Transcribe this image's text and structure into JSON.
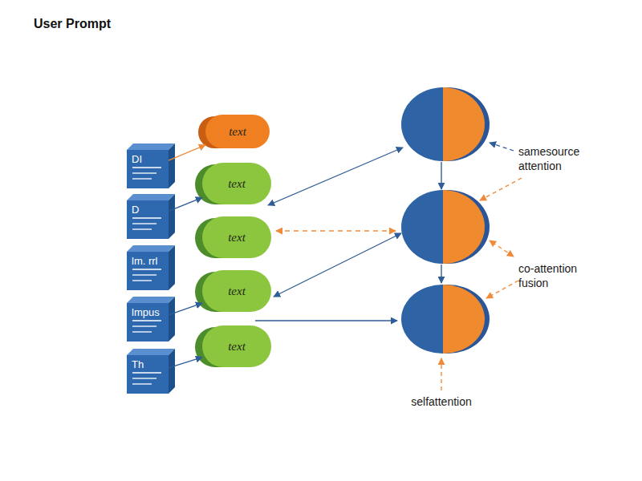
{
  "diagram": {
    "title": "User Prompt",
    "nodes": [
      {
        "text": [
          "DI"
        ]
      },
      {
        "text": [
          "D"
        ]
      },
      {
        "text": [
          "lm. rrl"
        ]
      },
      {
        "text": [
          "lmpus"
        ]
      },
      {
        "text": [
          "Th"
        ]
      },
      {
        "text": [
          "text"
        ]
      },
      {
        "text": [
          "text"
        ]
      },
      {
        "text": [
          "text"
        ]
      },
      {
        "text": [
          "text"
        ]
      },
      {
        "text": [
          "text"
        ]
      }
    ],
    "edges": [
      {
        "from": 0,
        "to": 5,
        "arrow": "to"
      },
      {
        "from": 1,
        "to": 6,
        "arrow": "to"
      },
      {
        "from": 3,
        "to": 8,
        "arrow": "to"
      },
      {
        "from": 4,
        "to": 9,
        "arrow": "to"
      }
    ],
    "labels": [
      "samesource attention",
      "co-attention fusion",
      "selfattention"
    ]
  }
}
